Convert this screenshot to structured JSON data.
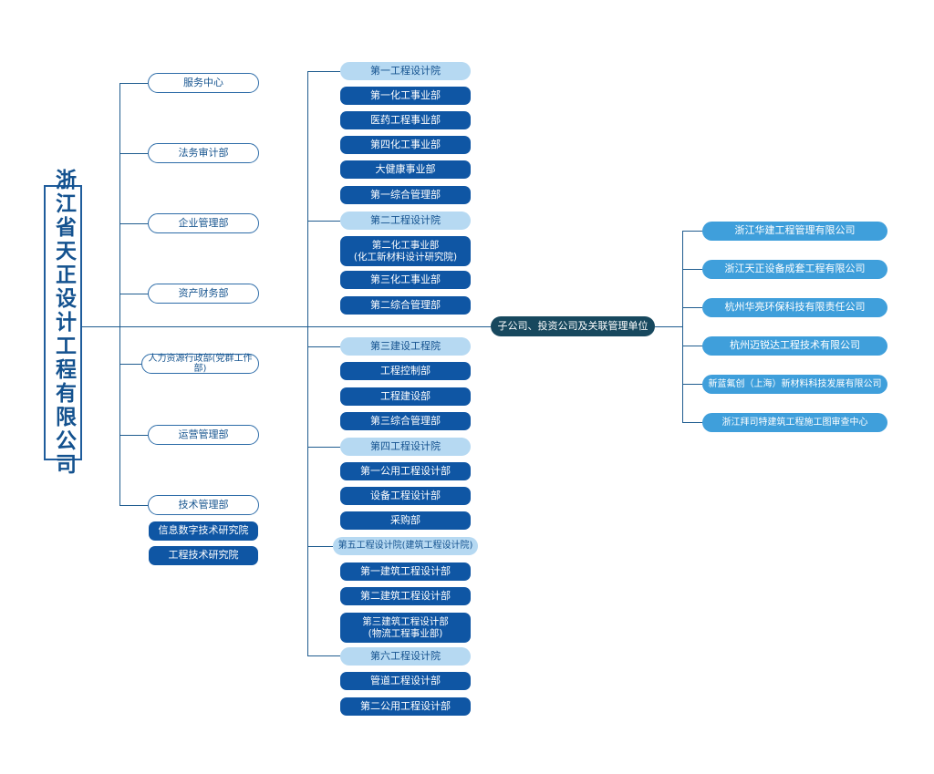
{
  "chart": {
    "type": "org-chart",
    "title": "浙江省天正设计工程有限公司"
  },
  "root": {
    "label": "浙江省天正设计工程有限公司"
  },
  "functional_departments": {
    "items": [
      {
        "label": "服务中心"
      },
      {
        "label": "法务审计部"
      },
      {
        "label": "企业管理部"
      },
      {
        "label": "资产财务部"
      },
      {
        "label": "人力资源行政部(党群工作部)"
      },
      {
        "label": "运营管理部"
      },
      {
        "label": "技术管理部"
      }
    ],
    "research_institutes": [
      {
        "label": "信息数字技术研究院"
      },
      {
        "label": "工程技术研究院"
      }
    ]
  },
  "design_institutes": [
    {
      "name": "第一工程设计院",
      "departments": [
        {
          "label": "第一化工事业部"
        },
        {
          "label": "医药工程事业部"
        },
        {
          "label": "第四化工事业部"
        },
        {
          "label": "大健康事业部"
        },
        {
          "label": "第一综合管理部"
        }
      ]
    },
    {
      "name": "第二工程设计院",
      "departments": [
        {
          "label": "第二化工事业部\n(化工新材料设计研究院)"
        },
        {
          "label": "第三化工事业部"
        },
        {
          "label": "第二综合管理部"
        }
      ]
    },
    {
      "name": "第三建设工程院",
      "departments": [
        {
          "label": "工程控制部"
        },
        {
          "label": "工程建设部"
        },
        {
          "label": "第三综合管理部"
        }
      ]
    },
    {
      "name": "第四工程设计院",
      "departments": [
        {
          "label": "第一公用工程设计部"
        },
        {
          "label": "设备工程设计部"
        },
        {
          "label": "采购部"
        }
      ]
    },
    {
      "name": "第五工程设计院(建筑工程设计院)",
      "departments": [
        {
          "label": "第一建筑工程设计部"
        },
        {
          "label": "第二建筑工程设计部"
        },
        {
          "label": "第三建筑工程设计部\n(物流工程事业部)"
        }
      ]
    },
    {
      "name": "第六工程设计院",
      "departments": [
        {
          "label": "管道工程设计部"
        },
        {
          "label": "第二公用工程设计部"
        }
      ]
    }
  ],
  "subsidiaries": {
    "hub_label": "子公司、投资公司及关联管理单位",
    "items": [
      {
        "label": "浙江华建工程管理有限公司"
      },
      {
        "label": "浙江天正设备成套工程有限公司"
      },
      {
        "label": "杭州华亮环保科技有限责任公司"
      },
      {
        "label": "杭州迈锐达工程技术有限公司"
      },
      {
        "label": "新蓝氟创（上海）新材料科技发展有限公司"
      },
      {
        "label": "浙江拜司特建筑工程施工图审查中心"
      }
    ]
  },
  "colors": {
    "root_border": "#1f5c9c",
    "root_text": "#14528f",
    "outline_border": "#2d6ca8",
    "outline_text": "#16548f",
    "solid_dark": "#0f56a4",
    "light_head": "#b6d9f2",
    "medium": "#3f9fdb",
    "hub": "#17485e",
    "connector": "#1f5c8f"
  }
}
